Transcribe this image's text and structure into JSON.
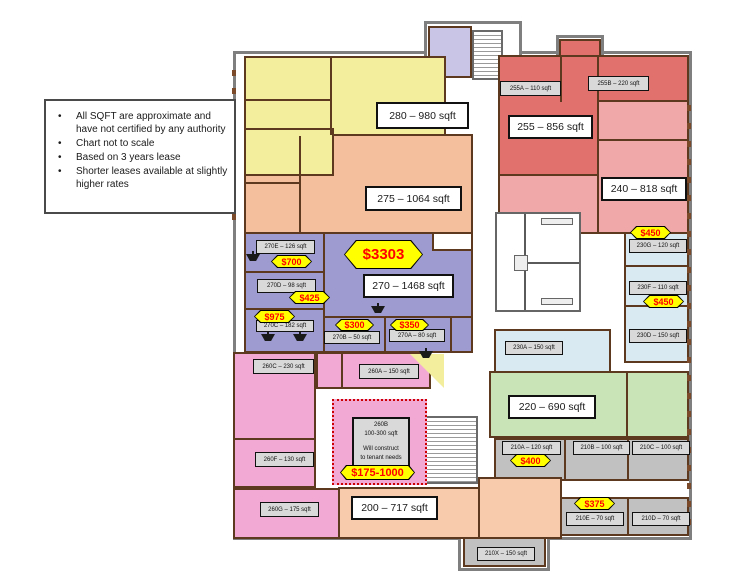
{
  "notes": {
    "items": [
      "All SQFT are approximate and have not certified by any authority",
      "Chart not to scale",
      "Based on 3 years lease",
      "Shorter leases available at slightly higher rates"
    ]
  },
  "regions": {
    "r280": "280 – 980 sqft",
    "r275": "275 – 1064 sqft",
    "r270": "270 – 1468 sqft",
    "r255": "255 – 856 sqft",
    "r240": "240 – 818 sqft",
    "r220": "220 – 690 sqft",
    "r200": "200 – 717 sqft"
  },
  "rooms": {
    "r255a": "255A – 110 sqft",
    "r255b": "255B – 220 sqft",
    "r270e": "270E – 126 sqft",
    "r270d": "270D – 98 sqft",
    "r270c": "270C – 182 sqft",
    "r270b": "270B – 50 sqft",
    "r270a": "270A – 80 sqft",
    "r230g": "230G – 120 sqft",
    "r230f": "230F – 110 sqft",
    "r230d": "230D – 150 sqft",
    "r230a": "230A – 150 sqft",
    "r260c": "260C – 230 sqft",
    "r260a": "260A – 150 sqft",
    "r260f": "260F – 130 sqft",
    "r260g": "260G – 175 sqft",
    "r210a": "210A – 120 sqft",
    "r210b": "210B – 100 sqft",
    "r210c": "210C – 100 sqft",
    "r210e": "210E – 70 sqft",
    "r210d": "210D – 70 sqft",
    "r210x": "210X – 150 sqft"
  },
  "room_260b": {
    "line1": "260B",
    "line2": "100-300 sqft",
    "line3": "Will construct",
    "line4": "to tenant needs"
  },
  "prices": {
    "p3303": "$3303",
    "p700": "$700",
    "p425": "$425",
    "p975": "$975",
    "p300": "$300",
    "p350": "$350",
    "p450_top": "$450",
    "p450_mid": "$450",
    "p400": "$400",
    "p375": "$375",
    "p175_1000": "$175-1000"
  },
  "colors": {
    "suite_280_yellow": "#F2EE9D",
    "suite_275_orange": "#F4BF9C",
    "suite_270_purple": "#9E9BD1",
    "suite_255_red": "#E0716C",
    "suite_240_lightred": "#F0A8A8",
    "suite_230_blue": "#D9EAF3",
    "suite_220_green": "#C9E5B8",
    "suite_260_pink": "#F2AAD5",
    "suite_200_peach": "#F8CBAD",
    "suite_210_gray": "#C2C1C1",
    "price_tag_fill": "#FFFF00",
    "price_tag_text": "#FF0000",
    "wall_brown": "#5D3A1F",
    "outer_wall_gray": "#7F7F7F",
    "dotted_outline_red": "#CC0000"
  }
}
